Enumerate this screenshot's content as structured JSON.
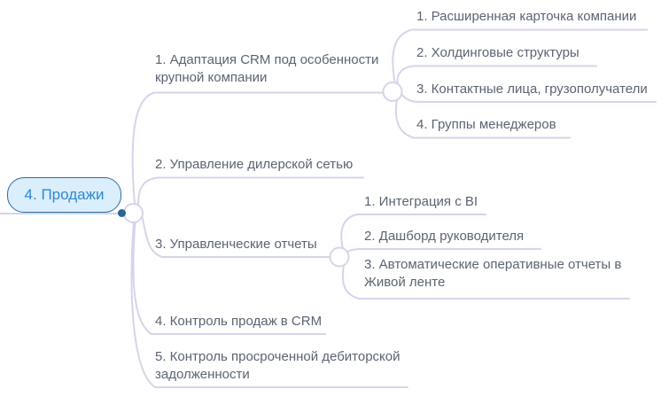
{
  "root": {
    "label": "4. Продажи"
  },
  "branches": [
    {
      "label": "1. Адаптация CRM под особенности\nкрупной компании",
      "children": [
        "1. Расширенная карточка компании",
        "2. Холдинговые структуры",
        "3. Контактные лица, грузополучатели",
        "4. Группы менеджеров"
      ]
    },
    {
      "label": "2. Управление дилерской сетью",
      "children": []
    },
    {
      "label": "3. Управленческие отчеты",
      "children": [
        "1. Интеграция с BI",
        "2. Дашборд руководителя",
        "3. Автоматические оперативные отчеты в\nЖивой ленте"
      ]
    },
    {
      "label": "4. Контроль продаж в CRM",
      "children": []
    },
    {
      "label": "5. Контроль просроченной дебиторской\nзадолженности",
      "children": []
    }
  ],
  "colors": {
    "line": "#d7d3e9",
    "text": "#5b6472",
    "root_fill": "#daeefb",
    "root_border": "#2e6da1",
    "root_text": "#3089d0",
    "dot": "#2b6494",
    "bg": "#ffffff"
  }
}
